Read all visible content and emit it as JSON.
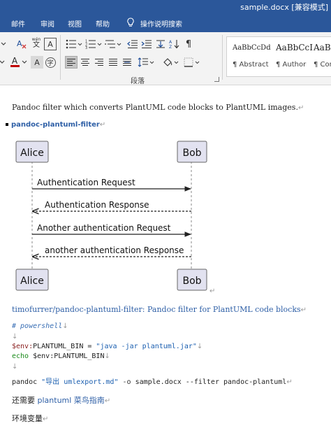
{
  "window": {
    "title": "sample.docx [兼容模式]"
  },
  "menu": {
    "items": [
      "邮件",
      "审阅",
      "视图",
      "帮助"
    ],
    "tell_me": "操作说明搜索"
  },
  "ribbon": {
    "styles": [
      {
        "sample": "AaBbCcDd",
        "name": "¶ Abstract"
      },
      {
        "sample": "AaBbCcI",
        "name": "¶ Author"
      },
      {
        "sample": "AaBl",
        "name": "¶ Comp"
      }
    ],
    "paragraph_group_label": "段落",
    "pinyin_glyph": "wén",
    "char_border_glyph": "A",
    "font_color_glyph": "A",
    "char_shading_glyph": "A",
    "encircle_glyph": "字"
  },
  "colors": {
    "ribbon_blue": "#2b579a",
    "link_blue": "#2e5fa6",
    "font_color_red": "#c00000",
    "participant_fill": "#e2e2f0"
  },
  "document": {
    "intro": "Pandoc filter which converts PlantUML code blocks to PlantUML images.",
    "heading": "pandoc-plantuml-filter",
    "diagram": {
      "participants": [
        "Alice",
        "Bob"
      ],
      "messages": [
        {
          "text": "Authentication Request",
          "from": "Alice",
          "to": "Bob",
          "style": "solid"
        },
        {
          "text": "Authentication Response",
          "from": "Bob",
          "to": "Alice",
          "style": "dashed"
        },
        {
          "text": "Another authentication Request",
          "from": "Alice",
          "to": "Bob",
          "style": "solid"
        },
        {
          "text": "another authentication Response",
          "from": "Bob",
          "to": "Alice",
          "style": "dashed"
        }
      ]
    },
    "link": "timofurrer/pandoc-plantuml-filter: Pandoc filter for PlantUML code blocks",
    "code": {
      "comment": "# powershell",
      "line2_var": "$env:",
      "line2_name": "PLANTUML_BIN = ",
      "line2_str": "\"java -jar plantuml.jar\"",
      "echo": "echo",
      "echo_arg": " $env:PLANTUML_BIN",
      "pandoc": "pandoc ",
      "pandoc_str": "\"导出 umlexport.md\"",
      "pandoc_o": " -o ",
      "pandoc_rest": "sample.docx --filter pandoc-plantuml"
    },
    "also_need_prefix": "还需要 ",
    "also_need_link": "plantuml 菜鸟指南",
    "env_var": "环境变量"
  }
}
